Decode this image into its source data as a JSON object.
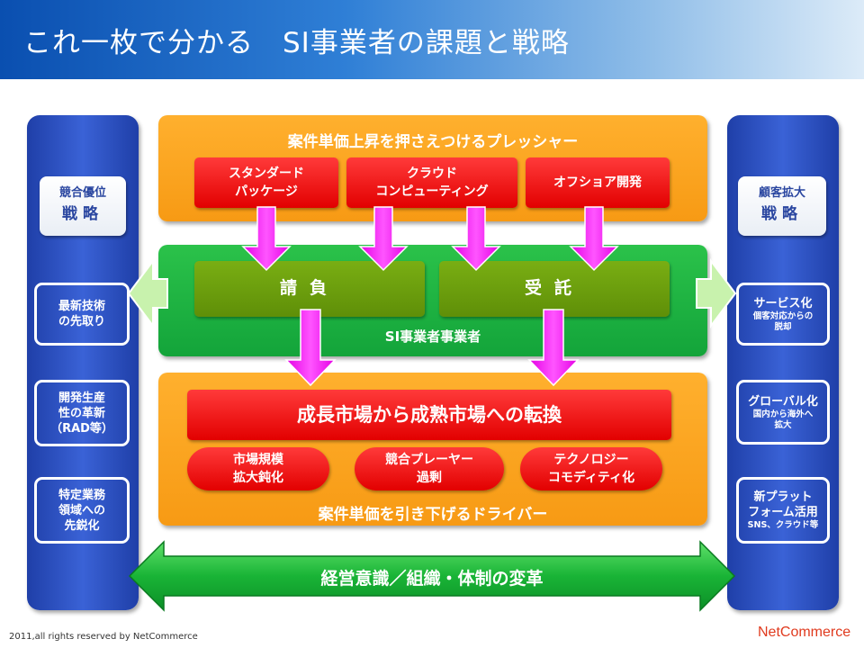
{
  "title": "これ一枚で分かる　SI事業者の課題と戦略",
  "left_column": {
    "strategy_label_top": "競合優位",
    "strategy_label_main": "戦略",
    "boxes": [
      {
        "lines": [
          "最新技術",
          "の先取り"
        ]
      },
      {
        "lines": [
          "開発生産",
          "性の革新",
          "（RAD等）"
        ]
      },
      {
        "lines": [
          "特定業務",
          "領域への",
          "先鋭化"
        ]
      }
    ]
  },
  "right_column": {
    "strategy_label_top": "顧客拡大",
    "strategy_label_main": "戦略",
    "boxes": [
      {
        "main": "サービス化",
        "sub": [
          "個客対応からの",
          "脱却"
        ]
      },
      {
        "main": "グローバル化",
        "sub": [
          "国内から海外へ",
          "拡大"
        ]
      },
      {
        "main": "新プラット",
        "main2": "フォーム活用",
        "sub": [
          "SNS、クラウド等"
        ]
      }
    ]
  },
  "top_box": {
    "title": "案件単価上昇を押さえつけるプレッシャー",
    "items": [
      {
        "lines": [
          "スタンダード",
          "パッケージ"
        ]
      },
      {
        "lines": [
          "クラウド",
          "コンピューティング"
        ]
      },
      {
        "lines": [
          "オフショア開発"
        ]
      }
    ]
  },
  "middle_box": {
    "left_label": "請負",
    "right_label": "受託",
    "caption": "SI事業者事業者"
  },
  "bottom_box": {
    "banner": "成長市場から成熟市場への転換",
    "items": [
      {
        "lines": [
          "市場規模",
          "拡大鈍化"
        ]
      },
      {
        "lines": [
          "競合プレーヤー",
          "過剰"
        ]
      },
      {
        "lines": [
          "テクノロジー",
          "コモディティ化"
        ]
      }
    ],
    "caption": "案件単価を引き下げるドライバー"
  },
  "bottom_arrow_label": "経営意識／組織・体制の変革",
  "footer": {
    "copyright": "2011,all rights reserved by NetCommerce",
    "brand": "NetCommerce"
  },
  "colors": {
    "title_blue": "#0a4fb0",
    "side_blue": "#3a62d6",
    "orange": "#f9a21b",
    "red": "#e20000",
    "green": "#13a43a",
    "olive": "#6b9a0e",
    "magenta_arrow": "#ff22ff",
    "light_green_arrow": "#c4f0a6",
    "brand_red": "#e03a1e"
  }
}
